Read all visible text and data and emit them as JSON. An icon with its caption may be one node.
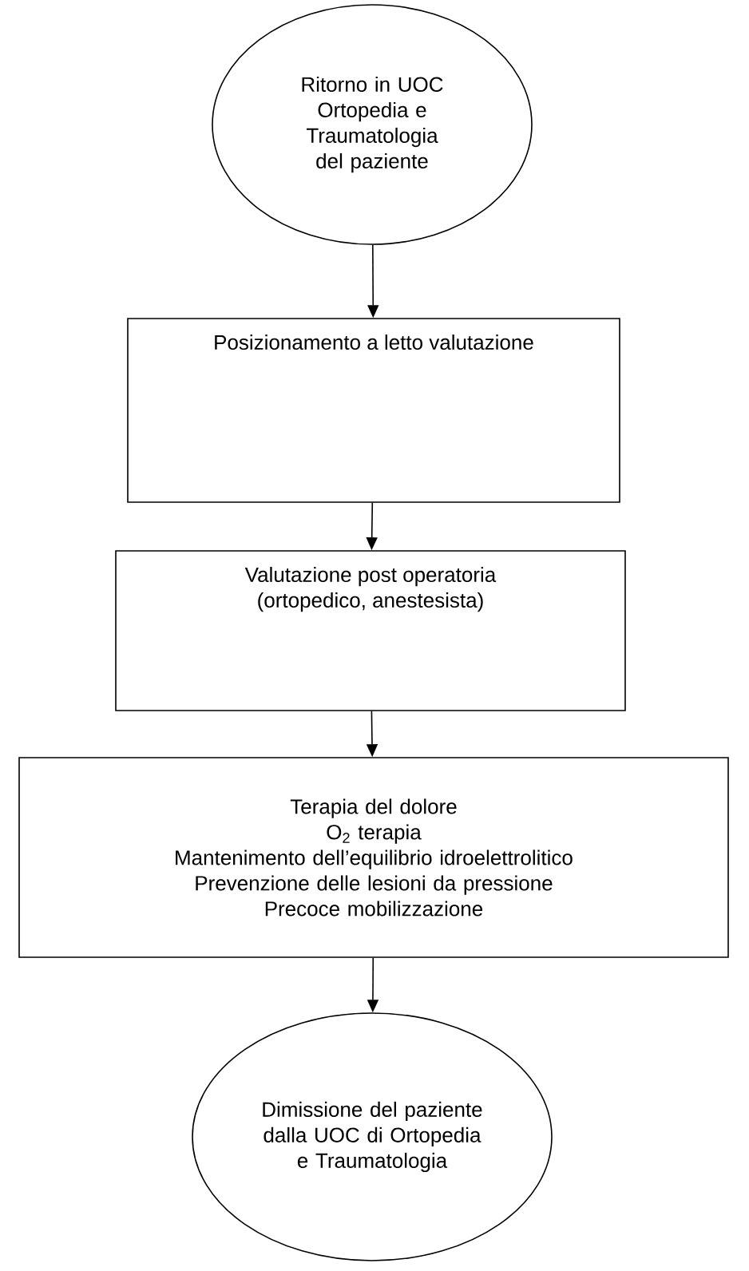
{
  "diagram": {
    "nodes": [
      {
        "text": [
          "Ritorno in UOC Ortopedia e Traumatologia del paziente"
        ]
      },
      {
        "text": [
          "Posizionamento a letto valutazione"
        ]
      },
      {
        "text": [
          "Valutazione post operatoria (ortopedico, anestesista)"
        ]
      },
      {
        "text": [
          "Terapia del dolore",
          "O$_{2}$ terapia",
          "Mantenimento dell’equilibrio idroelettrolitico",
          "Prevenzione delle lesioni da pressione",
          "Precoce mobilizzazione"
        ]
      },
      {
        "text": [
          "Dimissione del paziente dalla UOC di Ortopedia e Traumatologia"
        ]
      }
    ],
    "edges": [
      {
        "from": 0,
        "to": 1,
        "arrow": "to"
      },
      {
        "from": 1,
        "to": 2,
        "arrow": "to"
      },
      {
        "from": 2,
        "to": 3,
        "arrow": "to"
      },
      {
        "from": 3,
        "to": 4,
        "arrow": "to"
      }
    ]
  }
}
